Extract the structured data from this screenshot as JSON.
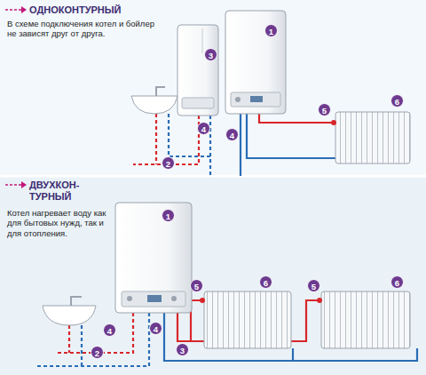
{
  "diagram": {
    "labels": [
      "ОДНОКОНТУРНЫЙ",
      "В схеме подключения котел и бойлер не зависят друг от друга.",
      "3",
      "1",
      "5",
      "6",
      "4",
      "4",
      "2",
      "ДВУХКОН- ТУРНЫЙ",
      "Котел нагревает воду как для бытовых нужд, так и для отопления.",
      "1",
      "5",
      "6",
      "5",
      "6",
      "4",
      "4",
      "2",
      "3"
    ]
  }
}
